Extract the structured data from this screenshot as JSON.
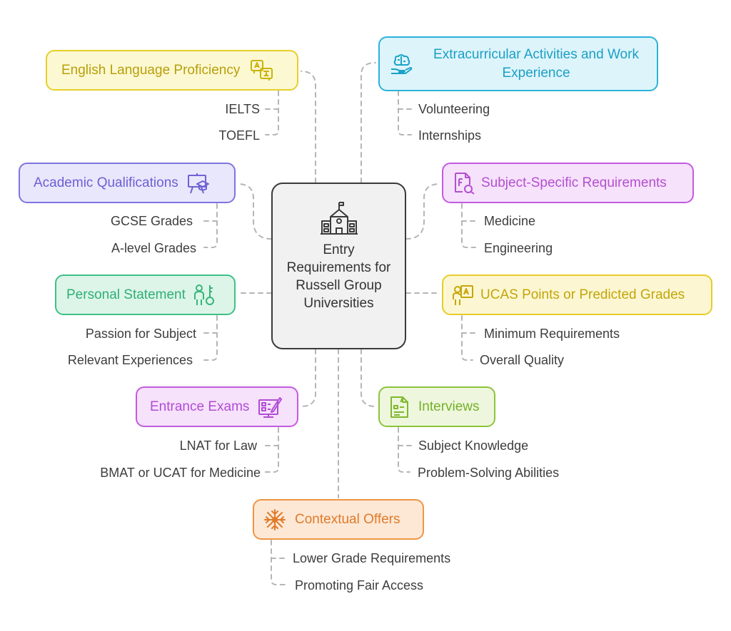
{
  "center": {
    "title": "Entry Requirements for Russell Group Universities",
    "icon": "school-building-icon"
  },
  "colors": {
    "yellow": "#c9b40d",
    "cyan": "#1aa3c7",
    "violet": "#6e63d6",
    "magenta": "#b44fd0",
    "green": "#37b57a",
    "gold": "#c7a60c",
    "purple": "#b24bd6",
    "lime": "#7fb82b",
    "orange": "#e07b2a"
  },
  "categories": [
    {
      "id": "english",
      "label": "English Language Proficiency",
      "icon": "translate-icon",
      "items": [
        "IELTS",
        "TOEFL"
      ]
    },
    {
      "id": "extracurricular",
      "label": "Extracurricular Activities and Work Experience",
      "icon": "brain-hand-icon",
      "items": [
        "Volunteering",
        "Internships"
      ]
    },
    {
      "id": "academic",
      "label": "Academic Qualifications",
      "icon": "teacher-board-icon",
      "items": [
        "GCSE Grades",
        "A-level Grades"
      ]
    },
    {
      "id": "subject",
      "label": "Subject-Specific Requirements",
      "icon": "document-search-icon",
      "items": [
        "Medicine",
        "Engineering"
      ]
    },
    {
      "id": "personal",
      "label": "Personal Statement",
      "icon": "person-key-icon",
      "items": [
        "Passion for Subject",
        "Relevant Experiences"
      ]
    },
    {
      "id": "ucas",
      "label": "UCAS Points or Predicted Grades",
      "icon": "student-grade-icon",
      "items": [
        "Minimum Requirements",
        "Overall Quality"
      ]
    },
    {
      "id": "exams",
      "label": "Entrance Exams",
      "icon": "exam-screen-icon",
      "items": [
        "LNAT for Law",
        "BMAT or UCAT for Medicine"
      ]
    },
    {
      "id": "interviews",
      "label": "Interviews",
      "icon": "interview-document-icon",
      "items": [
        "Subject Knowledge",
        "Problem-Solving Abilities"
      ]
    },
    {
      "id": "contextual",
      "label": "Contextual Offers",
      "icon": "snowflake-asterisk-icon",
      "items": [
        "Lower Grade Requirements",
        "Promoting Fair Access"
      ]
    }
  ]
}
